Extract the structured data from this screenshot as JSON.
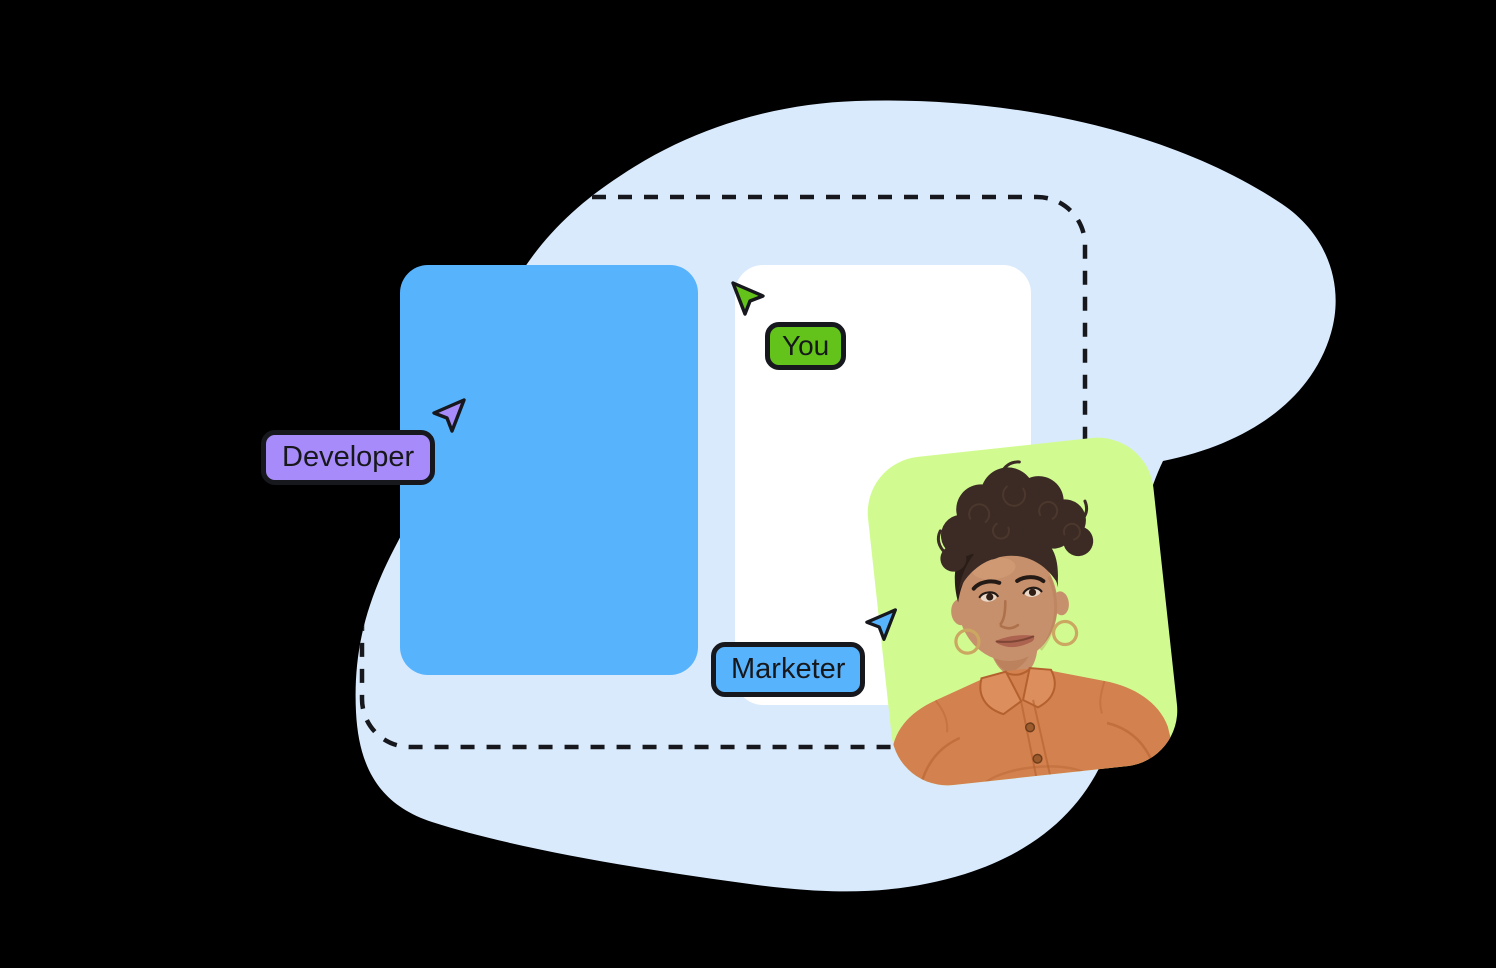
{
  "illustration": {
    "background_color": "#000000",
    "blob_color": "#D9EAFC",
    "outline_color": "#17181D"
  },
  "cards": {
    "blue_card_color": "#58B3FD",
    "white_card_color": "#FFFFFF",
    "green_card_color": "#D1FB90"
  },
  "cursors": {
    "developer": {
      "label": "Developer",
      "color": "#A78BFA",
      "direction": "up-right"
    },
    "you": {
      "label": "You",
      "color": "#63C31A",
      "direction": "up-left"
    },
    "marketer": {
      "label": "Marketer",
      "color": "#58B3FD",
      "direction": "up-right"
    }
  },
  "portrait": {
    "hair_color": "#3B2B24",
    "skin_color": "#C7906C",
    "shirt_color": "#D2814F",
    "earring_color": "#CBA761"
  }
}
